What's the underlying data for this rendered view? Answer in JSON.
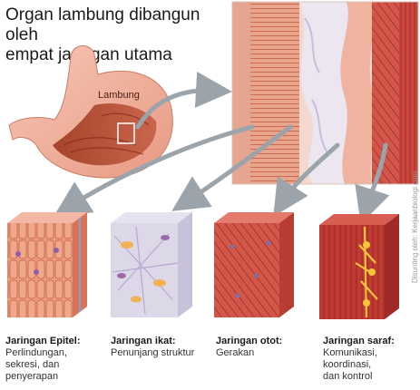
{
  "title": {
    "line1": "Organ lambung dibangun oleh",
    "line2": "empat jaringan utama"
  },
  "organ_label": "Lambung",
  "tissues": [
    {
      "name": "Jaringan Epitel:",
      "desc": [
        "Perlindungan,",
        "sekresi, dan",
        "penyerapan"
      ]
    },
    {
      "name": "Jaringan ikat:",
      "desc": [
        "Penunjang struktur"
      ]
    },
    {
      "name": "Jaringan otot:",
      "desc": [
        "Gerakan"
      ]
    },
    {
      "name": "Jaringan saraf:",
      "desc": [
        "Komunikasi,",
        "koordinasi,",
        "dan kontrol"
      ]
    }
  ],
  "credit": {
    "prefix": "Disunting oleh: ",
    "site": "Kerjaanbiologi.com"
  },
  "colors": {
    "epithelium": "#e98f74",
    "connective": "#d7d3e4",
    "muscle": "#c94b3e",
    "nerve": "#b83530",
    "nerve_cells": "#f3c63a",
    "arrow": "#9aa4aa"
  }
}
